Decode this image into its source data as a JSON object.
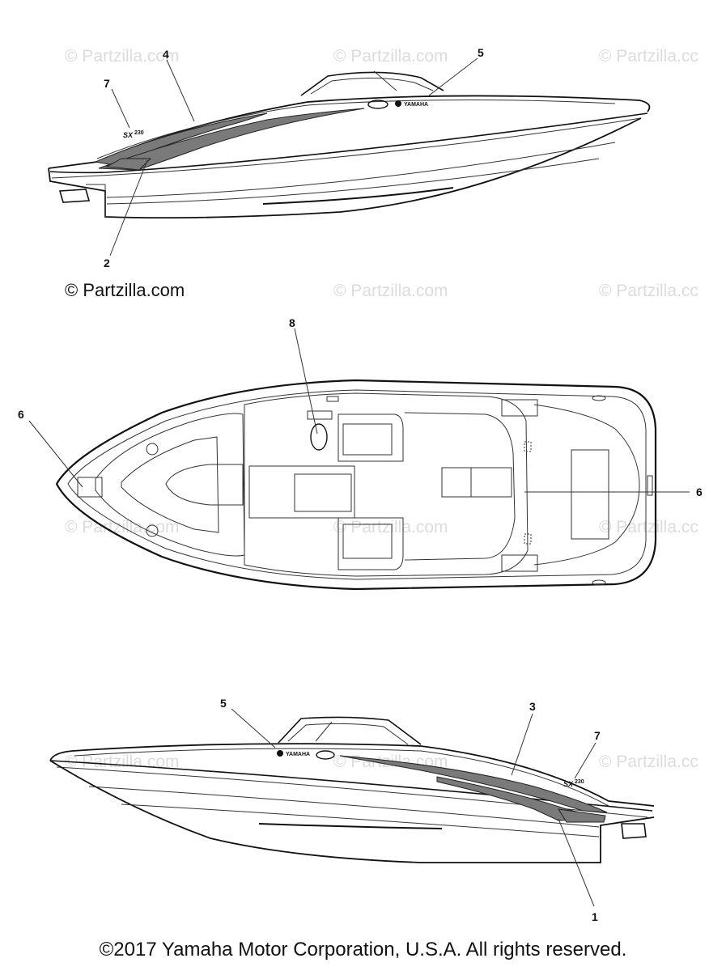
{
  "watermarks": {
    "text": "© Partzilla.com",
    "clipped_text": "© Partzilla.cc",
    "primary_text": "© Partzilla.com"
  },
  "callouts": {
    "top_4": "4",
    "top_5": "5",
    "top_7": "7",
    "top_2": "2",
    "mid_8": "8",
    "mid_6_left": "6",
    "mid_6_right": "6",
    "bot_5": "5",
    "bot_3": "3",
    "bot_7": "7",
    "bot_1": "1"
  },
  "labels": {
    "brand": "YAMAHA",
    "model": "SX",
    "model_sub": "230"
  },
  "footer": {
    "copyright": "©2017 Yamaha Motor Corporation, U.S.A. All rights reserved."
  }
}
